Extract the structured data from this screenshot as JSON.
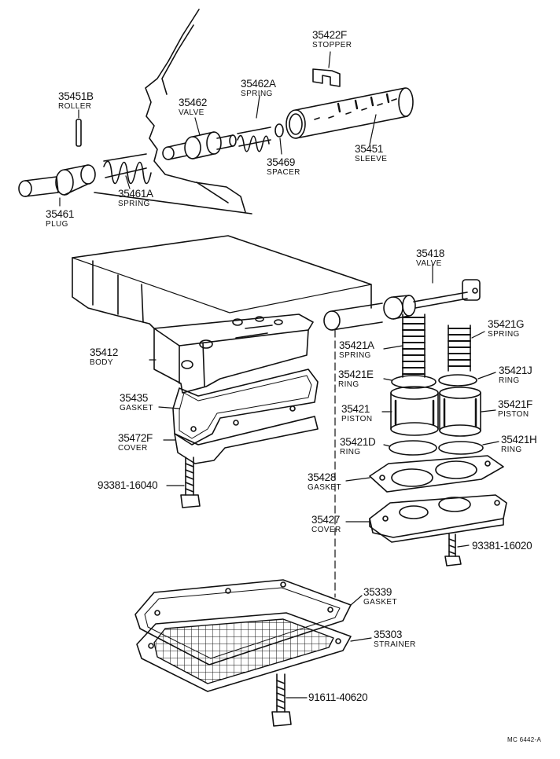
{
  "diagram_code": "MC  6442-A",
  "parts": [
    {
      "number": "35422F",
      "name": "STOPPER"
    },
    {
      "number": "35451B",
      "name": "ROLLER"
    },
    {
      "number": "35462A",
      "name": "SPRING"
    },
    {
      "number": "35462",
      "name": "VALVE"
    },
    {
      "number": "35451",
      "name": "SLEEVE"
    },
    {
      "number": "35469",
      "name": "SPACER"
    },
    {
      "number": "35461A",
      "name": "SPRING"
    },
    {
      "number": "35461",
      "name": "PLUG"
    },
    {
      "number": "35418",
      "name": "VALVE"
    },
    {
      "number": "35421G",
      "name": "SPRING"
    },
    {
      "number": "35421A",
      "name": "SPRING"
    },
    {
      "number": "35412",
      "name": "BODY"
    },
    {
      "number": "35421E",
      "name": "RING"
    },
    {
      "number": "35421J",
      "name": "RING"
    },
    {
      "number": "35435",
      "name": "GASKET"
    },
    {
      "number": "35421",
      "name": "PISTON"
    },
    {
      "number": "35421F",
      "name": "PISTON"
    },
    {
      "number": "35472F",
      "name": "COVER"
    },
    {
      "number": "35421D",
      "name": "RING"
    },
    {
      "number": "35421H",
      "name": "RING"
    },
    {
      "number": "93381-16040",
      "name": ""
    },
    {
      "number": "35428",
      "name": "GASKET"
    },
    {
      "number": "35427",
      "name": "COVER"
    },
    {
      "number": "93381-16020",
      "name": ""
    },
    {
      "number": "35339",
      "name": "GASKET"
    },
    {
      "number": "35303",
      "name": "STRAINER"
    },
    {
      "number": "91611-40620",
      "name": ""
    }
  ]
}
